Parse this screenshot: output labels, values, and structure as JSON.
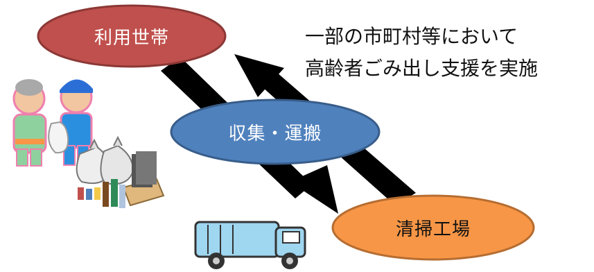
{
  "nodes": {
    "household": {
      "label": "利用世帯"
    },
    "collection": {
      "label": "収集・運搬"
    },
    "plant": {
      "label": "清掃工場"
    }
  },
  "caption": {
    "line1": "一部の市町村等において",
    "line2": "高齢者ごみ出し支援を実施"
  },
  "colors": {
    "household_fill": "#c0504d",
    "household_stroke": "#8c3836",
    "collection_fill": "#4f81bd",
    "collection_stroke": "#385d8a",
    "plant_fill": "#f79646",
    "plant_stroke": "#b66d31",
    "arrow": "#000000"
  },
  "illustrations": {
    "helper": "elderly-person-and-helper-illustration",
    "garbage": "garbage-bags-and-recyclables-illustration",
    "truck": "garbage-truck-illustration"
  }
}
